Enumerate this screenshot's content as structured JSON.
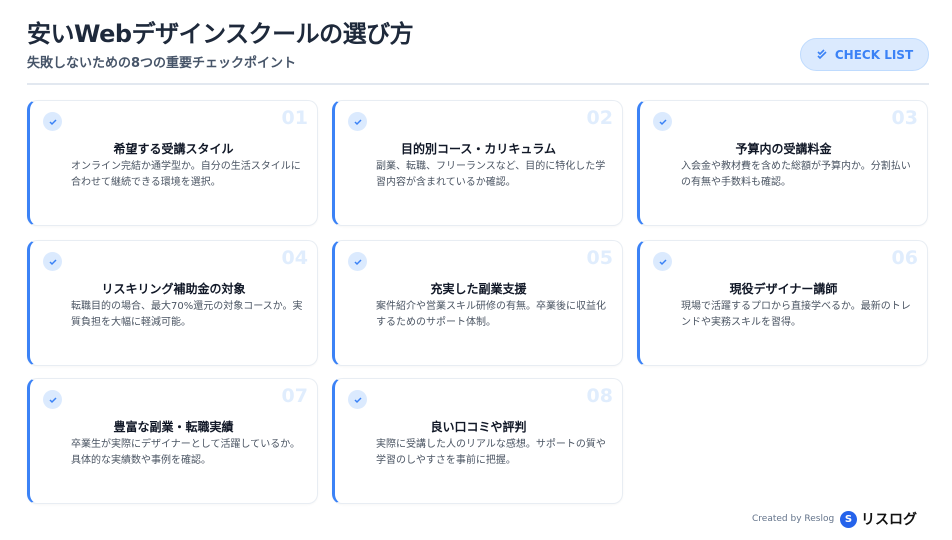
{
  "header": {
    "title": "安いWebデザインスクールの選び方",
    "subtitle": "失敗しないための8つの重要チェックポイント",
    "button_label": "CHECK LIST"
  },
  "cards": [
    {
      "num": "01",
      "title": "希望する受講スタイル",
      "desc": "オンライン完結か通学型か。自分の生活スタイルに合わせて継続できる環境を選択。"
    },
    {
      "num": "02",
      "title": "目的別コース・カリキュラム",
      "desc": "副業、転職、フリーランスなど、目的に特化した学習内容が含まれているか確認。"
    },
    {
      "num": "03",
      "title": "予算内の受講料金",
      "desc": "入会金や教材費を含めた総額が予算内か。分割払いの有無や手数料も確認。"
    },
    {
      "num": "04",
      "title": "リスキリング補助金の対象",
      "desc": "転職目的の場合、最大70%還元の対象コースか。実質負担を大幅に軽減可能。"
    },
    {
      "num": "05",
      "title": "充実した副業支援",
      "desc": "案件紹介や営業スキル研修の有無。卒業後に収益化するためのサポート体制。"
    },
    {
      "num": "06",
      "title": "現役デザイナー講師",
      "desc": "現場で活躍するプロから直接学べるか。最新のトレンドや実務スキルを習得。"
    },
    {
      "num": "07",
      "title": "豊富な副業・転職実績",
      "desc": "卒業生が実際にデザイナーとして活躍しているか。具体的な実績数や事例を確認。"
    },
    {
      "num": "08",
      "title": "良い口コミや評判",
      "desc": "実際に受講した人のリアルな感想。サポートの質や学習のしやすさを事前に把握。"
    }
  ],
  "footer": {
    "credit": "Created by Reslog",
    "logo_text": "リスログ"
  },
  "colors": {
    "accent": "#3b82f6"
  }
}
